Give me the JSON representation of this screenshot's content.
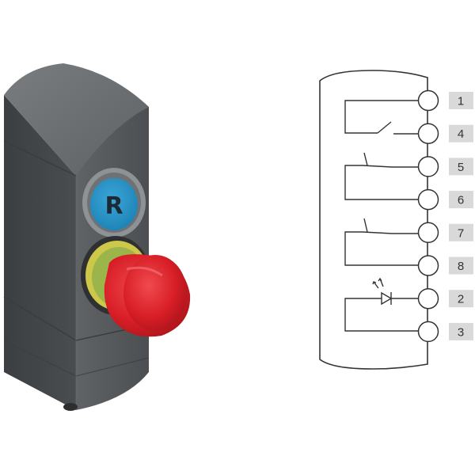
{
  "device": {
    "reset_button_label": "R",
    "housing_color": "#56595c",
    "reset_button_color": "#1f8ec4",
    "estop_color": "#d81e26",
    "estop_ring_color": "#d6cf4a"
  },
  "wiring": {
    "terminals": [
      "1",
      "4",
      "5",
      "6",
      "7",
      "8",
      "2",
      "3"
    ],
    "label_background": "#d9d9d9"
  }
}
